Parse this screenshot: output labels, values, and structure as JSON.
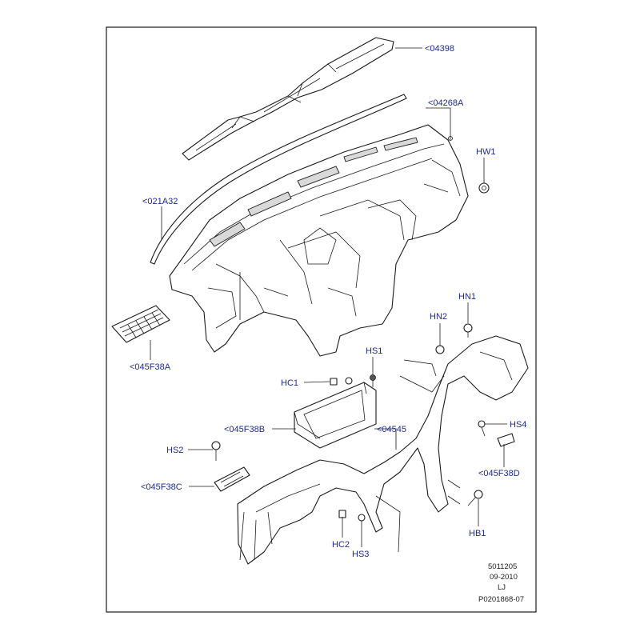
{
  "diagram": {
    "callouts": {
      "c04398": "<04398",
      "c04268a": "<04268A",
      "hw1": "HW1",
      "c021a32": "<021A32",
      "hn1": "HN1",
      "hn2": "HN2",
      "hs1": "HS1",
      "hc1": "HC1",
      "c045f38a": "<045F38A",
      "c045f38b": "<045F38B",
      "c04545": "<04545",
      "hs4": "HS4",
      "hs2": "HS2",
      "c045f38d": "<045F38D",
      "c045f38c": "<045F38C",
      "hb1": "HB1",
      "hc2": "HC2",
      "hs3": "HS3"
    },
    "footer": {
      "code1": "5011205",
      "date": "09-2010",
      "initials": "LJ",
      "ref": "P0201868-07"
    }
  }
}
